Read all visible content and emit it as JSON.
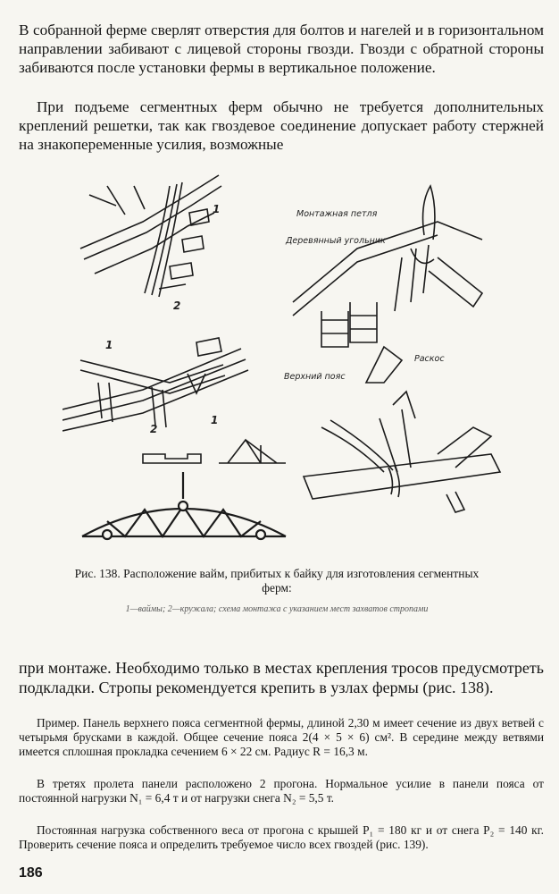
{
  "paragraphs": {
    "p1": "В собранной ферме сверлят отверстия для болтов и нагелей и в горизонтальном направлении забивают с лицевой стороны гвозди. Гвозди с обратной стороны забиваются после установки фермы в вертикальное положение.",
    "p2": "При подъеме сегментных ферм обычно не требуется дополнительных креплений решетки, так как гвоздевое соединение допускает работу стержней на знакопеременные усилия, возможные",
    "p3": "при монтаже. Необходимо только в местах крепления тросов предусмотреть подкладки. Стропы рекомендуется крепить в узлах фермы (рис. 138).",
    "p4": "Пример. Панель верхнего пояса сегментной фермы, длиной 2,30 м имеет сечение из двух ветвей с четырьмя брусками в каждой. Общее сечение пояса 2(4 × 5 × 6) см². В середине между ветвями имеется сплошная прокладка сечением 6 × 22 см. Радиус R = 16,3 м.",
    "p5": "В третях пролета панели расположено 2 прогона. Нормальное усилие в панели пояса от постоянной нагрузки N₁ = 6,4 т и от нагрузки снега N₂ = 5,5 т.",
    "p6": "Постоянная нагрузка собственного веса от прогона с крышей P₁ = 180 кг и от снега P₂ = 140 кг. Проверить сечение пояса и определить требуемое число всех гвоздей (рис. 139)."
  },
  "figure": {
    "caption": "Рис. 138. Расположение вайм, прибитых к байку для изготовления сегментных ферм:",
    "legend": "1—ваймы; 2—кружала; схема монтажа с указанием мест захватов стропами",
    "labels": {
      "mounting_loop": "Монтажная петля",
      "wooden_angle": "Деревянный угольник",
      "brace": "Раскос",
      "top_chord": "Верхний пояс",
      "num1": "1",
      "num2": "2"
    }
  },
  "page_number": "186"
}
